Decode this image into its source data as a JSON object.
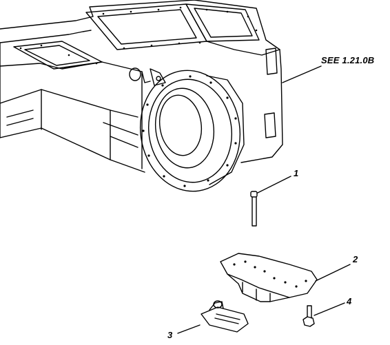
{
  "reference": {
    "text": "SEE 1.21.0B"
  },
  "callouts": [
    {
      "number": "1",
      "part": "bolt"
    },
    {
      "number": "2",
      "part": "bracket"
    },
    {
      "number": "3",
      "part": "clip"
    },
    {
      "number": "4",
      "part": "bolt"
    }
  ]
}
